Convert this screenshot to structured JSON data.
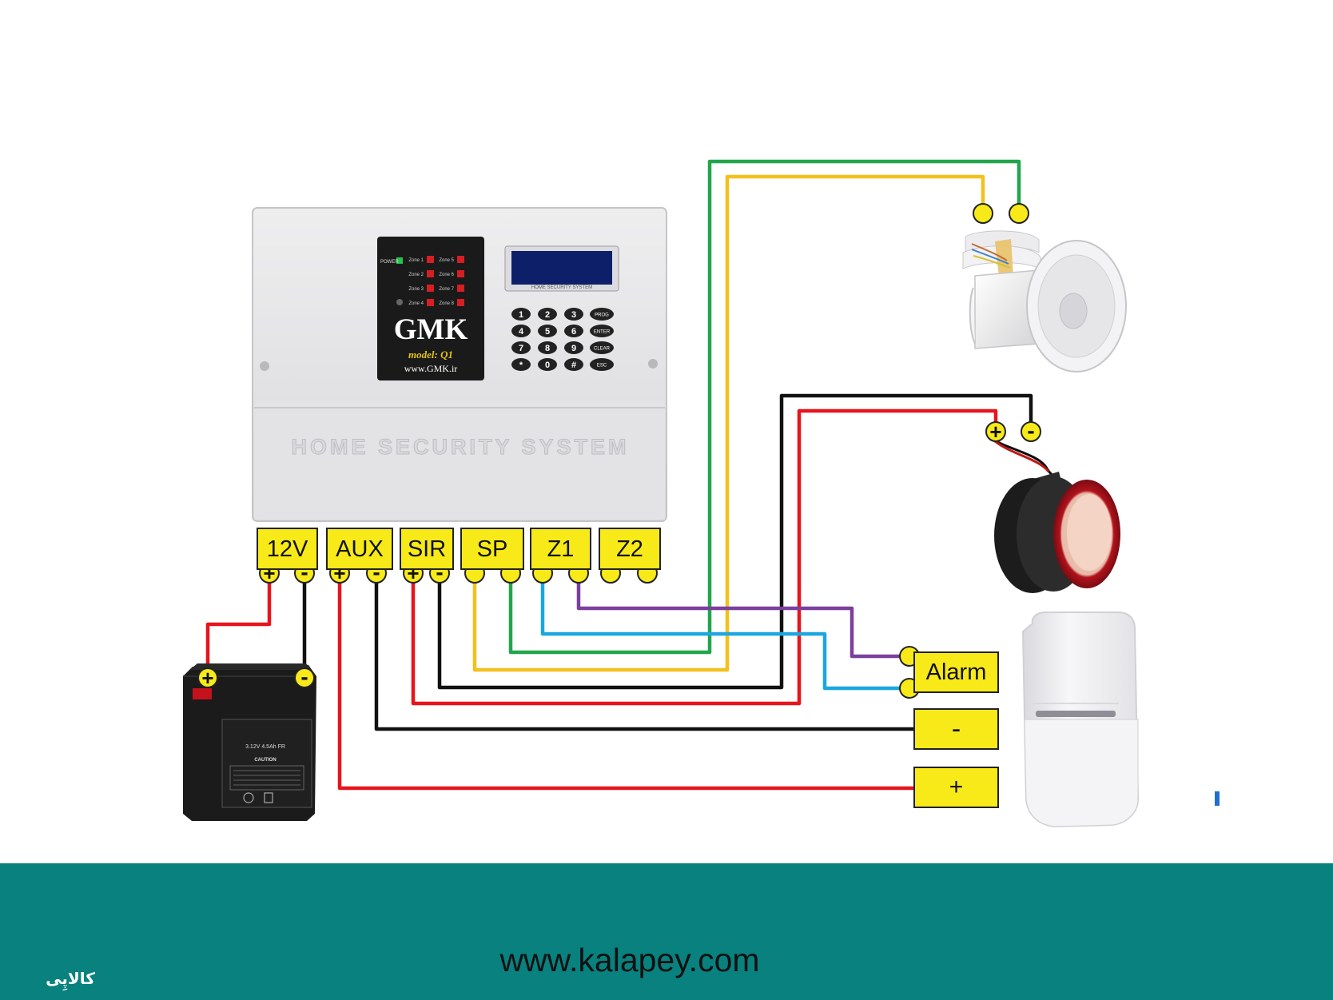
{
  "panel": {
    "brand": "GMK",
    "model": "model:  Q1",
    "website": "www.GMK.ir",
    "power_label": "POWER",
    "zones": [
      "Zone 1",
      "Zone 2",
      "Zone 3",
      "Zone 4",
      "Zone 5",
      "Zone 6",
      "Zone 7",
      "Zone 8"
    ],
    "lcd_caption": "HOME SECURITY SYSTEM",
    "keys": [
      "1",
      "2",
      "3",
      "4",
      "5",
      "6",
      "7",
      "8",
      "9",
      "*",
      "0",
      "#"
    ],
    "func_keys": [
      "PROG",
      "ENTER",
      "CLEAR",
      "ESC"
    ],
    "embossed_text": "HOME SECURITY SYSTEM"
  },
  "terminals": [
    {
      "label": "12V",
      "pins": [
        "+",
        "-"
      ]
    },
    {
      "label": "AUX",
      "pins": [
        "+",
        "-"
      ]
    },
    {
      "label": "SIR",
      "pins": [
        "+",
        "-"
      ]
    },
    {
      "label": "SP",
      "pins": [
        "",
        ""
      ]
    },
    {
      "label": "Z1",
      "pins": [
        "",
        ""
      ]
    },
    {
      "label": "Z2",
      "pins": [
        "",
        ""
      ]
    }
  ],
  "battery": {
    "pins": [
      "+",
      "-"
    ],
    "spec": "3.12V 4.5Ah FR",
    "caution": "CAUTION"
  },
  "siren": {
    "pins": [
      "+",
      "-"
    ]
  },
  "detector": {
    "labels": [
      "Alarm",
      "-",
      "+"
    ]
  },
  "wire_colors": {
    "red": "#e8141c",
    "black": "#111111",
    "yellow": "#f4c01c",
    "green": "#21a64b",
    "blue": "#1aa7e0",
    "purple": "#7b3f9e"
  },
  "footer": {
    "website": "www.kalapey.com",
    "brand": "کالاپِی",
    "color": "#08817f"
  }
}
